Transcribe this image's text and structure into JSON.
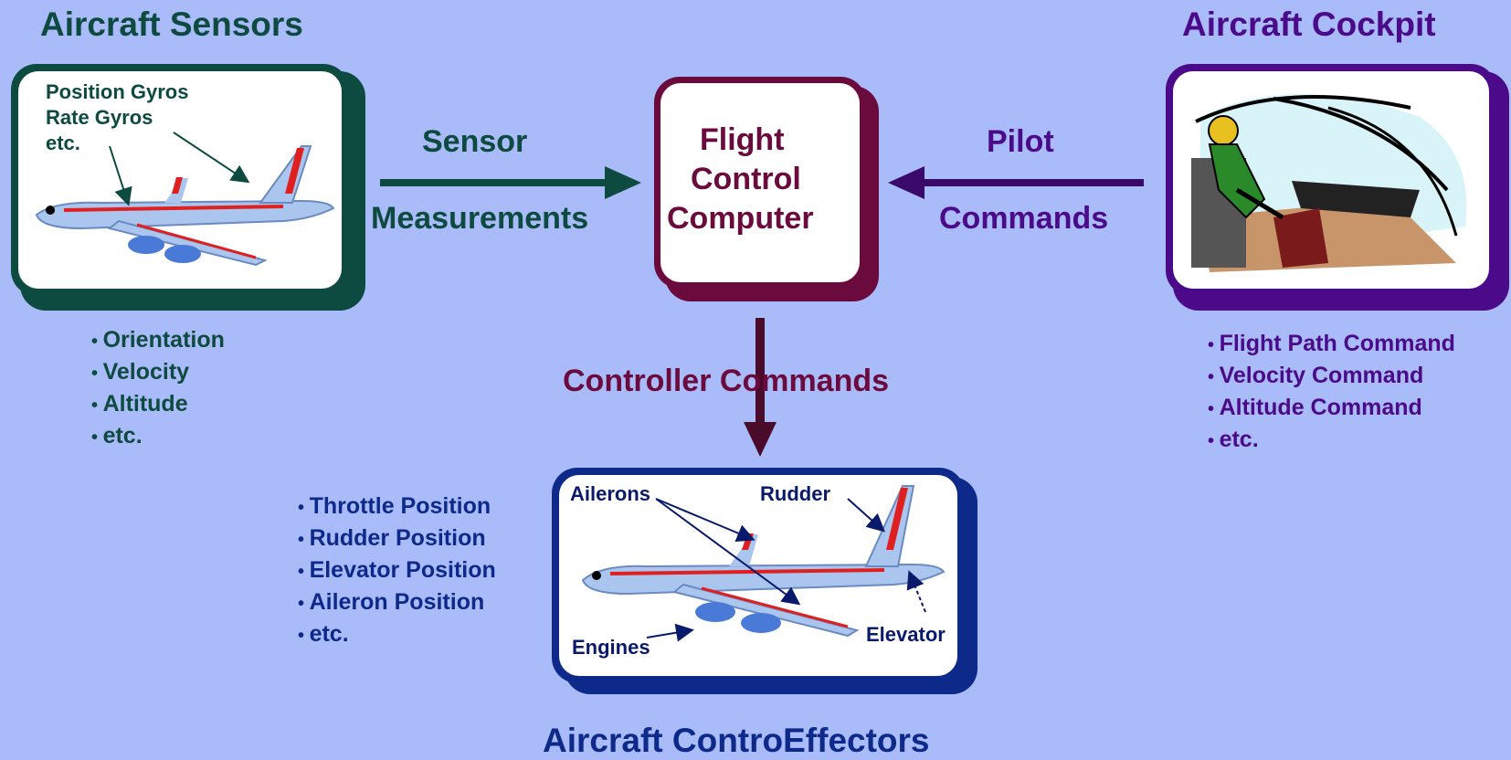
{
  "sensors": {
    "title": "Aircraft Sensors",
    "callout_line1": "Position Gyros",
    "callout_line2": "Rate Gyros",
    "callout_line3": "etc.",
    "bullets": [
      "Orientation",
      "Velocity",
      "Altitude",
      "etc."
    ]
  },
  "computer": {
    "line1": "Flight",
    "line2": "Control",
    "line3": "Computer"
  },
  "cockpit": {
    "title": "Aircraft Cockpit",
    "bullets": [
      "Flight Path Command",
      "Velocity Command",
      "Altitude Command",
      "etc."
    ]
  },
  "arrows": {
    "sensor_top": "Sensor",
    "sensor_bottom": "Measurements",
    "pilot_top": "Pilot",
    "pilot_bottom": "Commands",
    "controller": "Controller Commands"
  },
  "effectors": {
    "title": "Aircraft ControEffectors",
    "ailerons": "Ailerons",
    "rudder": "Rudder",
    "engines": "Engines",
    "elevator": "Elevator",
    "bullets": [
      "Throttle Position",
      "Rudder Position",
      "Elevator Position",
      "Aileron Position",
      "etc."
    ]
  },
  "colors": {
    "background": "#a9bbf8",
    "sensors": "#0d4a40",
    "computer": "#6b0a3c",
    "cockpit": "#4a0a8a",
    "effectors": "#0d2a8a"
  }
}
